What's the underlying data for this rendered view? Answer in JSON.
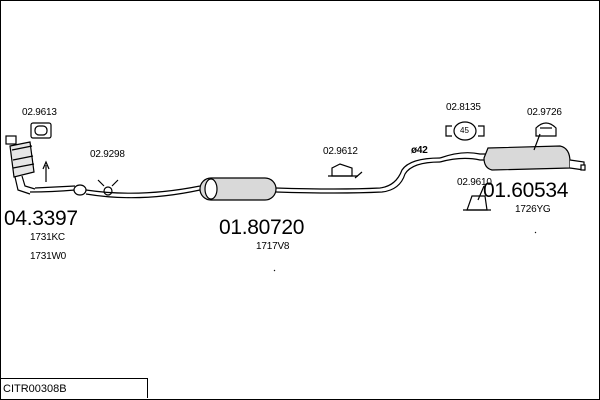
{
  "catalog_code": "CITR00308B",
  "groups": [
    {
      "id": "front",
      "number": "04.3397",
      "subs": [
        "1731KC",
        "1731W0"
      ]
    },
    {
      "id": "middle",
      "number": "01.80720",
      "subs": [
        "1717V8"
      ]
    },
    {
      "id": "rear",
      "number": "01.60534",
      "subs": [
        "1726YG"
      ]
    }
  ],
  "parts": {
    "gasket_front": "02.9613",
    "clamp_front": "02.9298",
    "hanger_middle": "02.9612",
    "ring_rear": "02.8135",
    "hanger_rear_top": "02.9726",
    "hanger_rear_bottom": "02.9610"
  },
  "pipe_diameter": "ø42",
  "ring_number": "45"
}
